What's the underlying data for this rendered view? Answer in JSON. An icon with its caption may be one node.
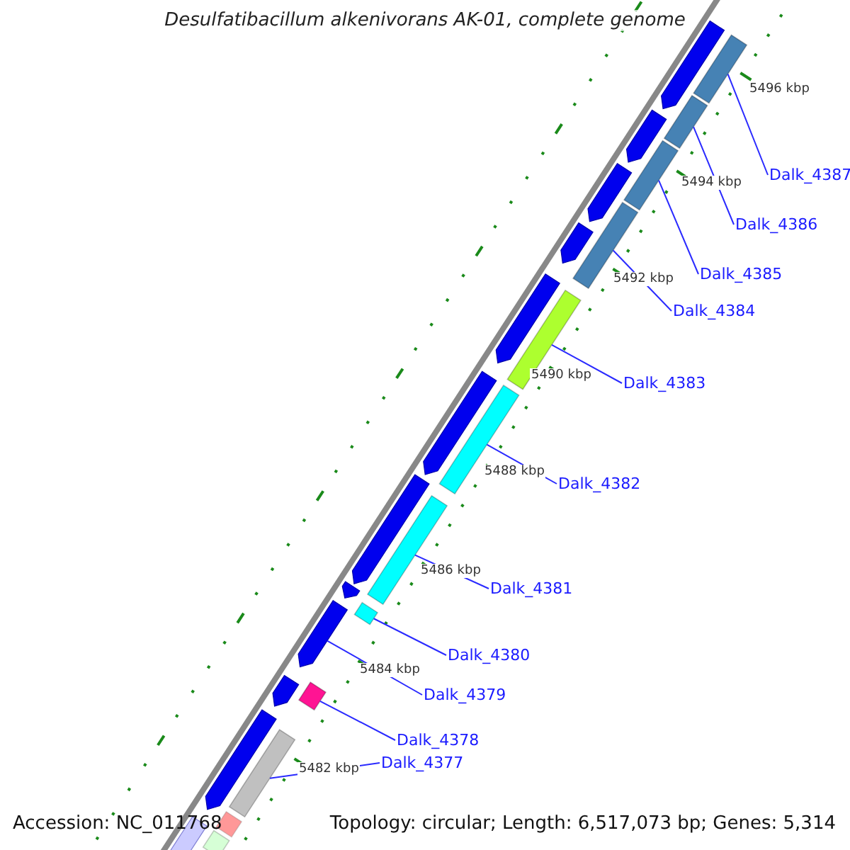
{
  "diagram": {
    "title": "Desulfatibacillum alkenivorans AK-01, complete genome",
    "nodes": [
      {
        "text": [
          "Dalk_4387"
        ]
      },
      {
        "text": [
          "Dalk_4386"
        ]
      },
      {
        "text": [
          "Dalk_4385"
        ]
      },
      {
        "text": [
          "Dalk_4384"
        ]
      },
      {
        "text": [
          "Dalk_4383"
        ]
      },
      {
        "text": [
          "Dalk_4382"
        ]
      },
      {
        "text": [
          "Dalk_4381"
        ]
      },
      {
        "text": [
          "Dalk_4380"
        ]
      },
      {
        "text": [
          "Dalk_4379"
        ]
      },
      {
        "text": [
          "Dalk_4378"
        ]
      },
      {
        "text": [
          "Dalk_4377"
        ]
      },
      {
        "text": [],
        "shape": "bar"
      },
      {
        "text": [],
        "shape": "bar"
      },
      {
        "text": [],
        "shape": "bar"
      },
      {
        "text": [],
        "shape": "bar"
      },
      {
        "text": [],
        "shape": "bar"
      },
      {
        "text": [],
        "shape": "bar"
      },
      {
        "text": [],
        "shape": "bar"
      },
      {
        "text": [],
        "shape": "bar"
      },
      {
        "text": [],
        "shape": "bar"
      },
      {
        "text": [],
        "shape": "bar"
      },
      {
        "text": [],
        "shape": "bar"
      },
      {
        "text": [],
        "shape": "bar"
      },
      {
        "text": [],
        "shape": "bar"
      },
      {
        "text": [],
        "shape": "bar"
      },
      {
        "text": [],
        "shape": "bar"
      },
      {
        "text": [],
        "shape": "bar"
      },
      {
        "text": [],
        "shape": "bar"
      },
      {
        "text": [],
        "shape": "bar"
      },
      {
        "text": [],
        "shape": "bar"
      },
      {
        "text": [],
        "shape": "bar"
      },
      {
        "text": [],
        "shape": "bar"
      },
      {
        "text": [],
        "shape": "bar"
      },
      {
        "text": [],
        "shape": "bar"
      },
      {
        "text": [],
        "shape": "bar"
      }
    ],
    "edges": [
      {
        "from": 0,
        "to": 11,
        "arrow": "none"
      },
      {
        "from": 1,
        "to": 12,
        "arrow": "none"
      },
      {
        "from": 2,
        "to": 13,
        "arrow": "none"
      },
      {
        "from": 3,
        "to": 14,
        "arrow": "none"
      },
      {
        "from": 4,
        "to": 15,
        "arrow": "none"
      },
      {
        "from": 5,
        "to": 16,
        "arrow": "none"
      },
      {
        "from": 6,
        "to": 17,
        "arrow": "none"
      },
      {
        "from": 7,
        "to": 18,
        "arrow": "none"
      },
      {
        "from": 8,
        "to": 19,
        "arrow": "none"
      },
      {
        "from": 9,
        "to": 20,
        "arrow": "none"
      },
      {
        "from": 10,
        "to": 21,
        "arrow": "none"
      }
    ],
    "labels": [
      "5496 kbp",
      "5494 kbp",
      "5492 kbp",
      "5490 kbp",
      "5488 kbp",
      "5486 kbp",
      "5484 kbp",
      "5482 kbp",
      "Accession: NC_011768",
      "Topology: circular; Length: 6,517,073 bp; Genes: 5,314"
    ]
  }
}
